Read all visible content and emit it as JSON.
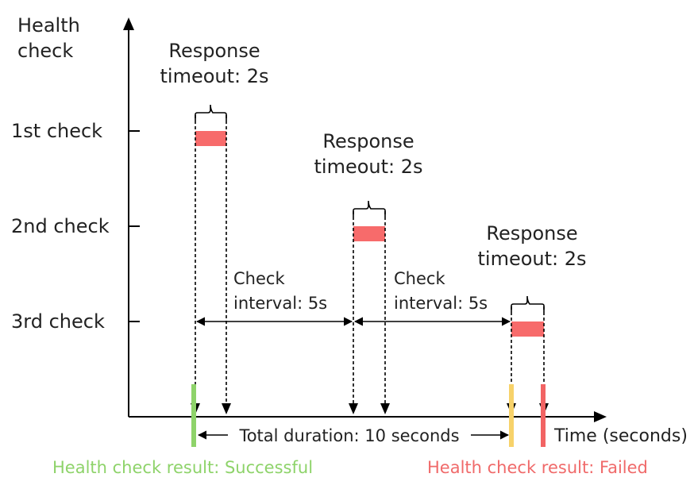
{
  "axes": {
    "y_label_line1": "Health",
    "y_label_line2": "check",
    "x_label": "Time (seconds)"
  },
  "checks": [
    {
      "label": "1st check",
      "timeout_line1": "Response",
      "timeout_line2": "timeout: 2s"
    },
    {
      "label": "2nd check",
      "timeout_line1": "Response",
      "timeout_line2": "timeout: 2s"
    },
    {
      "label": "3rd check",
      "timeout_line1": "Response",
      "timeout_line2": "timeout: 2s"
    }
  ],
  "intervals": [
    {
      "line1": "Check",
      "line2": "interval: 5s"
    },
    {
      "line1": "Check",
      "line2": "interval: 5s"
    }
  ],
  "total_duration": "Total duration: 10 seconds",
  "results": {
    "success": "Health check result: Successful",
    "failed": "Health check result: Failed"
  },
  "colors": {
    "timeout_bar": "#f76b6b",
    "success": "#8ed36a",
    "warning": "#f7d26a",
    "failed": "#f26464",
    "success_text": "#8ed36a",
    "failed_text": "#f06a6a",
    "axis": "#000000"
  }
}
